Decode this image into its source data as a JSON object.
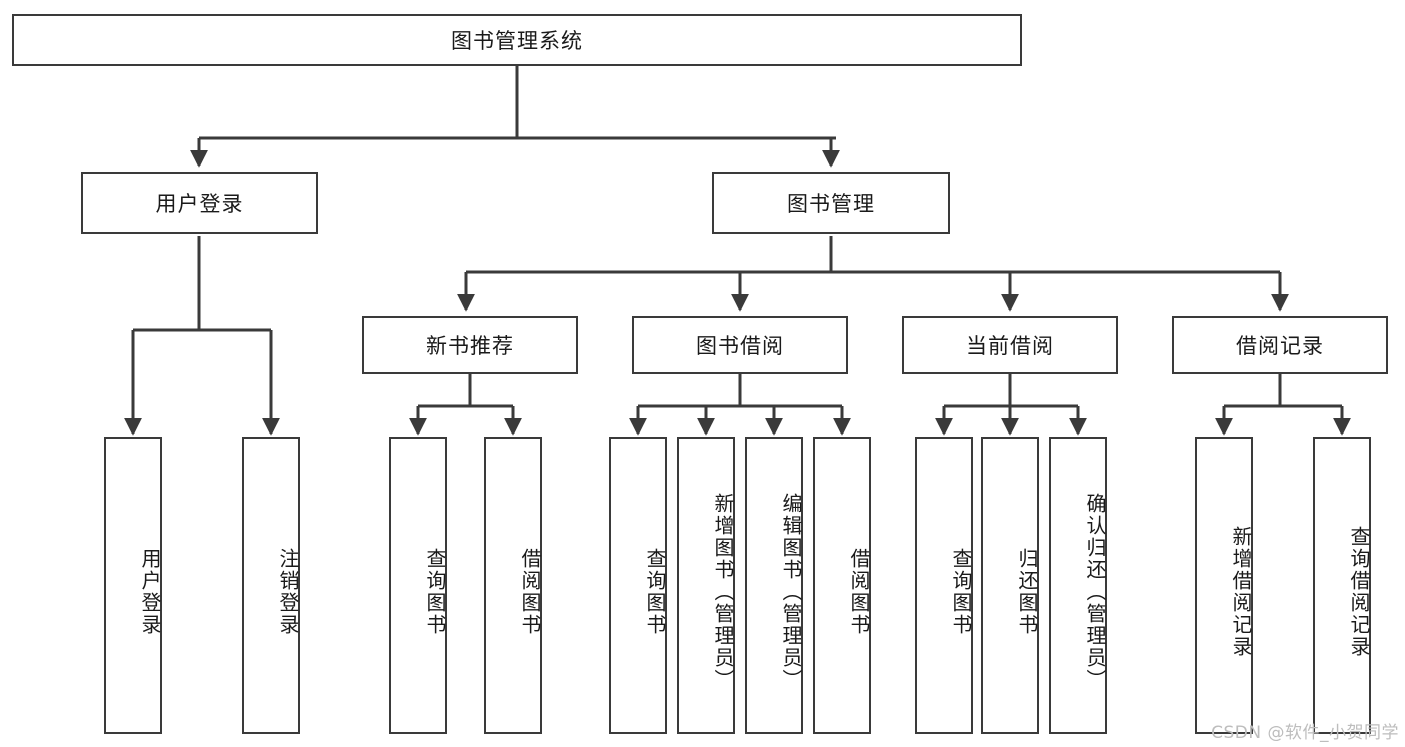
{
  "diagram": {
    "type": "tree-hierarchy",
    "title": "图书管理系统",
    "root": {
      "label": "图书管理系统"
    },
    "level1": [
      {
        "label": "用户登录"
      },
      {
        "label": "图书管理"
      }
    ],
    "level2": [
      {
        "label": "新书推荐"
      },
      {
        "label": "图书借阅"
      },
      {
        "label": "当前借阅"
      },
      {
        "label": "借阅记录"
      }
    ],
    "leaves": {
      "user_login": [
        {
          "label": "用户登录"
        },
        {
          "label": "注销登录"
        }
      ],
      "new_book_recommend": [
        {
          "label": "查询图书"
        },
        {
          "label": "借阅图书"
        }
      ],
      "book_borrow": [
        {
          "label": "查询图书"
        },
        {
          "label": "新增图书（管理员）"
        },
        {
          "label": "编辑图书（管理员）"
        },
        {
          "label": "借阅图书"
        }
      ],
      "current_borrow": [
        {
          "label": "查询图书"
        },
        {
          "label": "归还图书"
        },
        {
          "label": "确认归还（管理员）"
        }
      ],
      "borrow_record": [
        {
          "label": "新增借阅记录"
        },
        {
          "label": "查询借阅记录"
        }
      ]
    }
  },
  "watermark": {
    "text": "CSDN @软件_小贺同学"
  },
  "colors": {
    "stroke": "#3a3a3a",
    "text": "#1a1a1a",
    "background": "#ffffff",
    "watermark": "#bdbdbd"
  }
}
